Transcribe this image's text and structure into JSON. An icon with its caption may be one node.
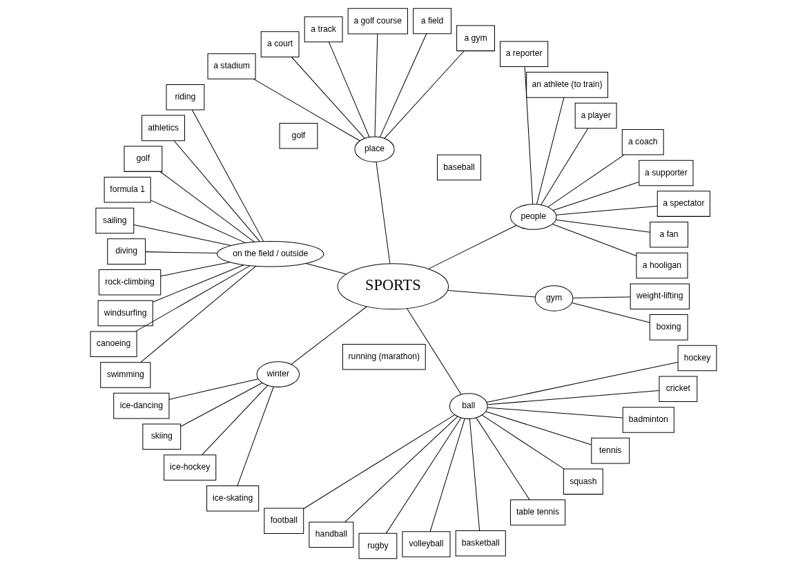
{
  "diagram": {
    "nodes": [
      {
        "text": [
          "SPORTS"
        ]
      },
      {
        "text": [
          "people"
        ]
      },
      {
        "text": [
          "a hooligan"
        ]
      },
      {
        "text": [
          "a fan"
        ]
      },
      {
        "text": [
          "a spectator"
        ]
      },
      {
        "text": [
          "a supporter"
        ]
      },
      {
        "text": [
          "a coach"
        ]
      },
      {
        "text": [
          "a player"
        ]
      },
      {
        "text": [
          "an athlete (to train)"
        ]
      },
      {
        "text": [
          "a reporter"
        ]
      },
      {
        "text": [
          "place"
        ]
      },
      {
        "text": [
          "a gym"
        ]
      },
      {
        "text": [
          "a field"
        ]
      },
      {
        "text": [
          "a golf course"
        ]
      },
      {
        "text": [
          "a track"
        ]
      },
      {
        "text": [
          "a court"
        ]
      },
      {
        "text": [
          "a stadium"
        ]
      },
      {
        "text": [
          "on the field / outside"
        ]
      },
      {
        "text": [
          "running (marathon)"
        ]
      },
      {
        "text": [
          "riding"
        ]
      },
      {
        "text": [
          "athletics"
        ]
      },
      {
        "text": [
          "golf"
        ]
      },
      {
        "text": [
          "formula 1"
        ]
      },
      {
        "text": [
          "sailing"
        ]
      },
      {
        "text": [
          "diving"
        ]
      },
      {
        "text": [
          "rock-climbing"
        ]
      },
      {
        "text": [
          "windsurfing"
        ]
      },
      {
        "text": [
          "canoeing"
        ]
      },
      {
        "text": [
          "swimming"
        ]
      },
      {
        "text": [
          "winter"
        ]
      },
      {
        "text": [
          "ice-dancing"
        ]
      },
      {
        "text": [
          "skiing"
        ]
      },
      {
        "text": [
          "ice-hockey"
        ]
      },
      {
        "text": [
          "ice-skating"
        ]
      },
      {
        "text": [
          "ball"
        ]
      },
      {
        "text": [
          "football"
        ]
      },
      {
        "text": [
          "handball"
        ]
      },
      {
        "text": [
          "rugby"
        ]
      },
      {
        "text": [
          "volleyball"
        ]
      },
      {
        "text": [
          "basketball"
        ]
      },
      {
        "text": [
          "table tennis"
        ]
      },
      {
        "text": [
          "squash"
        ]
      },
      {
        "text": [
          "tennis"
        ]
      },
      {
        "text": [
          "badminton"
        ]
      },
      {
        "text": [
          "cricket"
        ]
      },
      {
        "text": [
          "baseball"
        ]
      },
      {
        "text": [
          "hockey"
        ]
      },
      {
        "text": [
          "golf"
        ]
      },
      {
        "text": [
          "gym"
        ]
      },
      {
        "text": [
          "boxing"
        ]
      },
      {
        "text": [
          "weight-lifting"
        ]
      }
    ],
    "edges": [
      {
        "from": 0,
        "to": 1,
        "arrow": "none"
      },
      {
        "from": 0,
        "to": 10,
        "arrow": "none"
      },
      {
        "from": 0,
        "to": 17,
        "arrow": "none"
      },
      {
        "from": 0,
        "to": 29,
        "arrow": "none"
      },
      {
        "from": 0,
        "to": 34,
        "arrow": "none"
      },
      {
        "from": 0,
        "to": 48,
        "arrow": "none"
      },
      {
        "from": 1,
        "to": 2,
        "arrow": "none"
      },
      {
        "from": 1,
        "to": 3,
        "arrow": "none"
      },
      {
        "from": 1,
        "to": 4,
        "arrow": "none"
      },
      {
        "from": 1,
        "to": 5,
        "arrow": "none"
      },
      {
        "from": 1,
        "to": 6,
        "arrow": "none"
      },
      {
        "from": 1,
        "to": 7,
        "arrow": "none"
      },
      {
        "from": 1,
        "to": 8,
        "arrow": "none"
      },
      {
        "from": 1,
        "to": 9,
        "arrow": "none"
      },
      {
        "from": 10,
        "to": 11,
        "arrow": "none"
      },
      {
        "from": 10,
        "to": 12,
        "arrow": "none"
      },
      {
        "from": 10,
        "to": 13,
        "arrow": "none"
      },
      {
        "from": 10,
        "to": 14,
        "arrow": "none"
      },
      {
        "from": 10,
        "to": 15,
        "arrow": "none"
      },
      {
        "from": 10,
        "to": 16,
        "arrow": "none"
      },
      {
        "from": 17,
        "to": 19,
        "arrow": "none"
      },
      {
        "from": 17,
        "to": 20,
        "arrow": "none"
      },
      {
        "from": 17,
        "to": 21,
        "arrow": "none"
      },
      {
        "from": 17,
        "to": 22,
        "arrow": "none"
      },
      {
        "from": 17,
        "to": 23,
        "arrow": "none"
      },
      {
        "from": 17,
        "to": 24,
        "arrow": "none"
      },
      {
        "from": 17,
        "to": 25,
        "arrow": "none"
      },
      {
        "from": 17,
        "to": 26,
        "arrow": "none"
      },
      {
        "from": 17,
        "to": 27,
        "arrow": "none"
      },
      {
        "from": 17,
        "to": 28,
        "arrow": "none"
      },
      {
        "from": 29,
        "to": 30,
        "arrow": "none"
      },
      {
        "from": 29,
        "to": 31,
        "arrow": "none"
      },
      {
        "from": 29,
        "to": 32,
        "arrow": "none"
      },
      {
        "from": 29,
        "to": 33,
        "arrow": "none"
      },
      {
        "from": 34,
        "to": 35,
        "arrow": "none"
      },
      {
        "from": 34,
        "to": 36,
        "arrow": "none"
      },
      {
        "from": 34,
        "to": 37,
        "arrow": "none"
      },
      {
        "from": 34,
        "to": 38,
        "arrow": "none"
      },
      {
        "from": 34,
        "to": 39,
        "arrow": "none"
      },
      {
        "from": 34,
        "to": 40,
        "arrow": "none"
      },
      {
        "from": 34,
        "to": 41,
        "arrow": "none"
      },
      {
        "from": 34,
        "to": 42,
        "arrow": "none"
      },
      {
        "from": 34,
        "to": 43,
        "arrow": "none"
      },
      {
        "from": 34,
        "to": 44,
        "arrow": "none"
      },
      {
        "from": 34,
        "to": 46,
        "arrow": "none"
      },
      {
        "from": 48,
        "to": 49,
        "arrow": "none"
      },
      {
        "from": 48,
        "to": 50,
        "arrow": "none"
      }
    ]
  }
}
